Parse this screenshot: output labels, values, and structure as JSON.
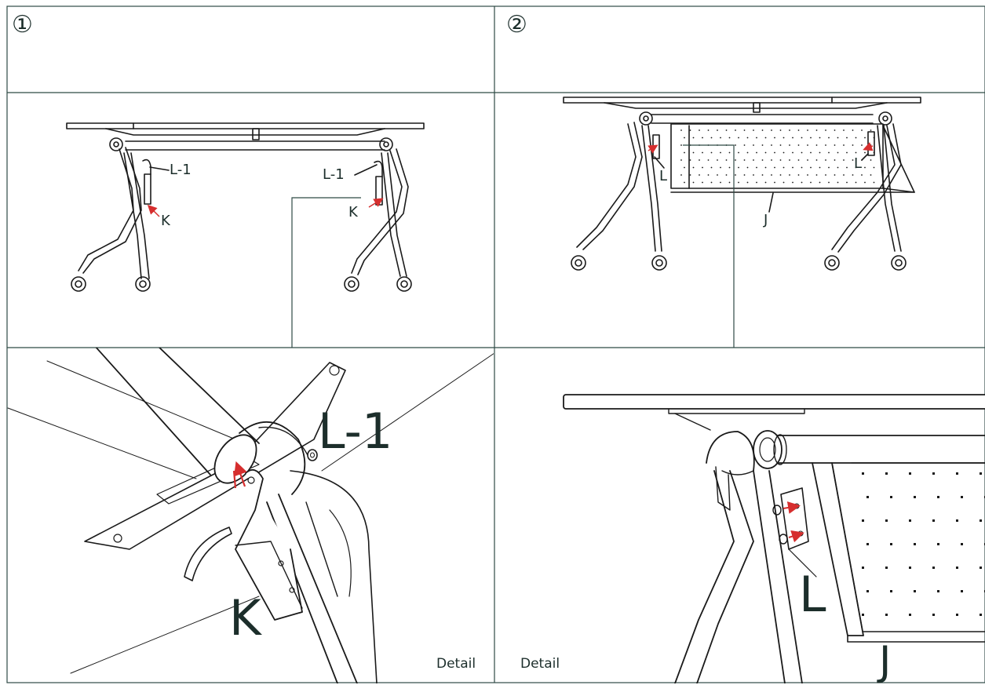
{
  "panels": {
    "step1": {
      "number": "①",
      "overview_labels": {
        "left_bolt": "L-1",
        "right_bolt": "L-1",
        "left_bracket": "K",
        "right_bracket": "K"
      },
      "detail_labels": {
        "bolt": "L-1",
        "bracket": "K"
      },
      "detail_caption": "Detail"
    },
    "step2": {
      "number": "②",
      "overview_labels": {
        "left_screw": "L",
        "right_screw": "L",
        "panel": "J"
      },
      "detail_labels": {
        "screw": "L",
        "panel": "J"
      },
      "detail_caption": "Detail"
    }
  },
  "colors": {
    "frame": "#2f4a45",
    "line": "#1a1a1a",
    "arrow": "#d62e2e",
    "text": "#1c2e2b"
  },
  "icons": [
    "step-1-icon",
    "step-2-icon",
    "arrow-icon"
  ]
}
